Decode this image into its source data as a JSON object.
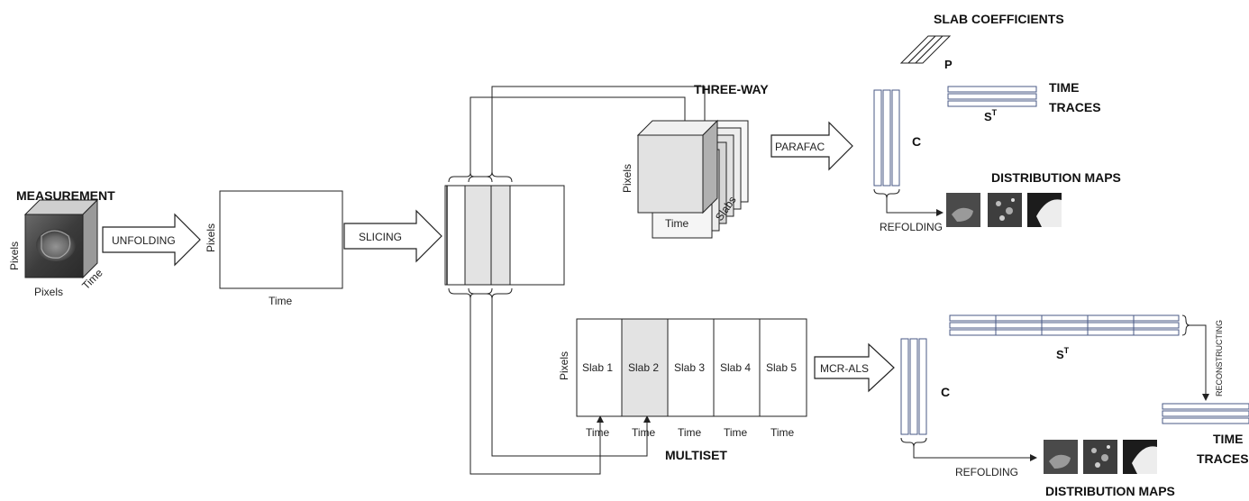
{
  "colors": {
    "stroke": "#222222",
    "slice_fill": "#e3e3e3",
    "matrix_stroke": "#4a5a86",
    "map_dark": "#4a4a4a"
  },
  "measurement": {
    "title": "MEASUREMENT",
    "axis_pixels_left": "Pixels",
    "axis_pixels_bottom": "Pixels",
    "axis_time": "Time"
  },
  "steps": {
    "unfolding": "UNFOLDING",
    "slicing": "SLICING",
    "parafac": "PARAFAC",
    "mcr_als": "MCR-ALS"
  },
  "unfolded": {
    "axis_pixels": "Pixels",
    "axis_time": "Time"
  },
  "three_way": {
    "title": "THREE-WAY",
    "axis_pixels": "Pixels",
    "axis_time": "Time",
    "axis_slabs": "Slabs"
  },
  "parafac_results": {
    "slab_coefficients": "SLAB COEFFICIENTS",
    "p_label": "P",
    "time_traces_line1": "TIME",
    "time_traces_line2": "TRACES",
    "st_label": "S",
    "st_sup": "T",
    "c_label": "C",
    "distribution_maps": "DISTRIBUTION MAPS",
    "refolding": "REFOLDING"
  },
  "multiset": {
    "title": "MULTISET",
    "axis_pixels": "Pixels",
    "slabs": [
      "Slab 1",
      "Slab 2",
      "Slab 3",
      "Slab 4",
      "Slab 5"
    ],
    "times": [
      "Time",
      "Time",
      "Time",
      "Time",
      "Time"
    ]
  },
  "mcr_results": {
    "st_label": "S",
    "st_sup": "T",
    "c_label": "C",
    "reconstructing": "RECONSTRUCTING",
    "time_traces_line1": "TIME",
    "time_traces_line2": "TRACES",
    "refolding": "REFOLDING",
    "distribution_maps": "DISTRIBUTION MAPS"
  }
}
